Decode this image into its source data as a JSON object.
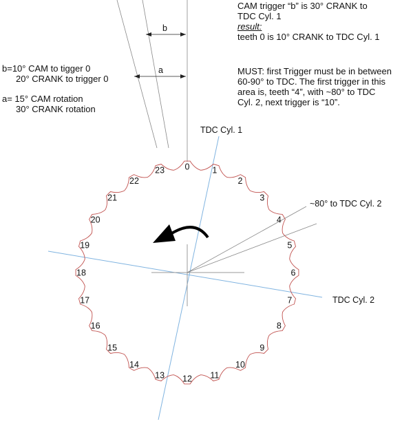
{
  "notes": {
    "top_line1": "CAM trigger “b” is 30° CRANK to",
    "top_line2": "TDC Cyl. 1",
    "result_label": "result:",
    "result_text": "teeth 0 is 10° CRANK to TDC Cyl. 1",
    "must_line1": "MUST: first Trigger must be in between",
    "must_line2": "60-90° to TDC. The first trigger in this",
    "must_line3": "area is, teeth “4”, with ~80° to TDC",
    "must_line4": "Cyl. 2, next trigger is “10”.",
    "b_line1": "b=10° CAM to tigger 0",
    "b_line2": "20° CRANK to trigger 0",
    "a_line1": "a= 15° CAM rotation",
    "a_line2": "30° CRANK rotation"
  },
  "labels": {
    "tdc1": "TDC Cyl. 1",
    "tdc2": "TDC Cyl. 2",
    "deg80": "~80° to TDC Cyl. 2",
    "dim_b": "b",
    "dim_a": "a"
  },
  "teeth": [
    "0",
    "1",
    "2",
    "3",
    "4",
    "5",
    "6",
    "7",
    "8",
    "9",
    "10",
    "11",
    "12",
    "13",
    "14",
    "15",
    "16",
    "17",
    "18",
    "19",
    "20",
    "21",
    "22",
    "23"
  ],
  "colors": {
    "outline": "#c0504d",
    "tdc_line": "#7fb3e0",
    "thin_line": "#888888",
    "text": "#111111"
  }
}
